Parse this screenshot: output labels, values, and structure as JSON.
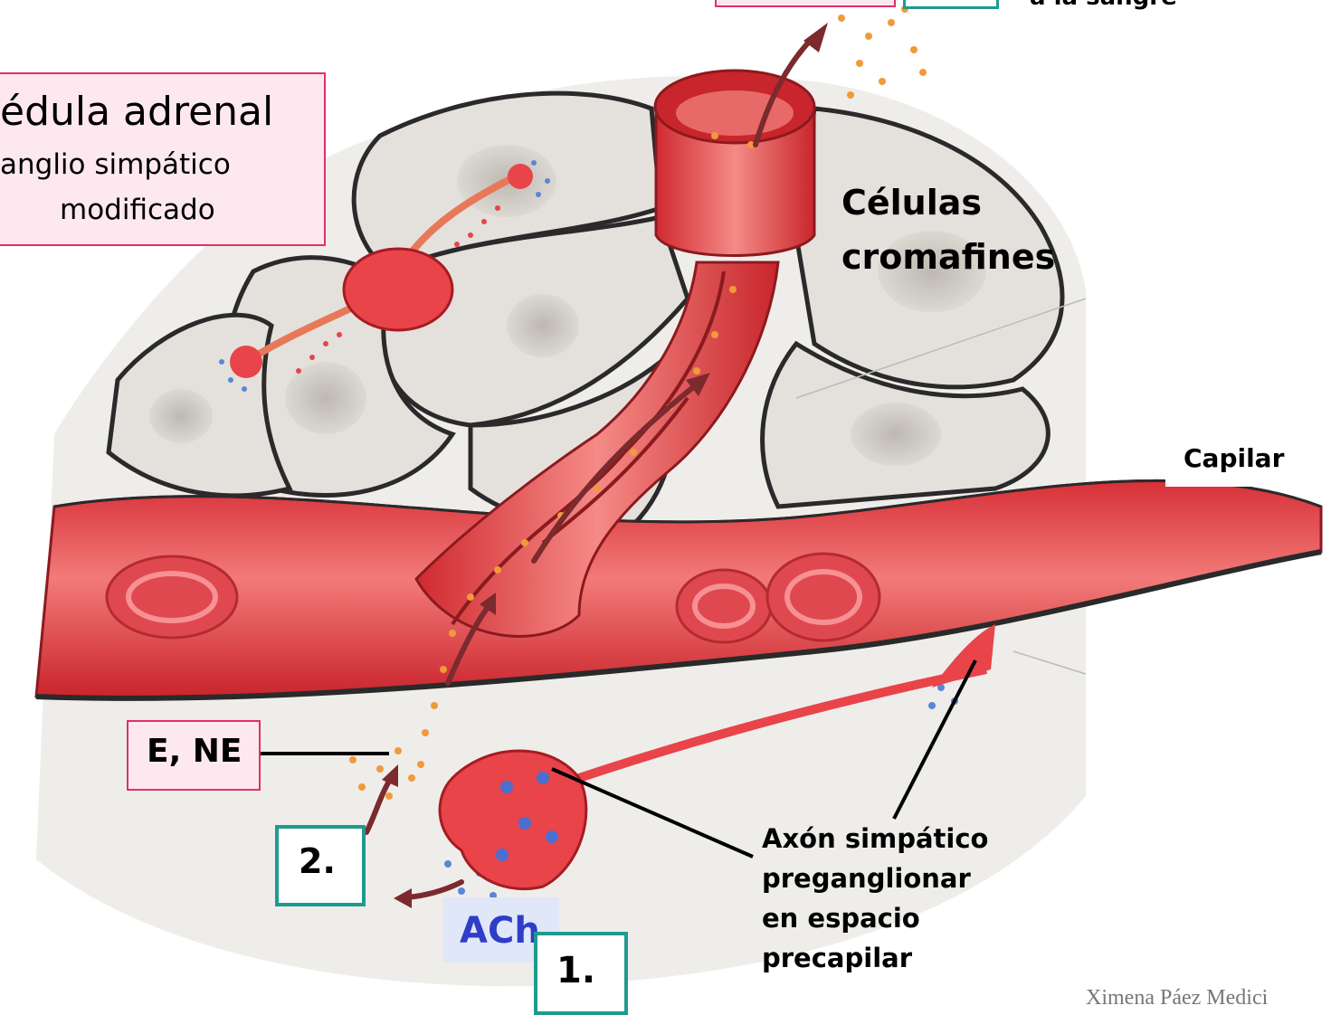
{
  "title_box": {
    "line1": "édula adrenal",
    "line2": "anglio simpático",
    "line3": "modificado"
  },
  "top_label": "a la sangre",
  "labels": {
    "chromaffin_1": "Células",
    "chromaffin_2": "cromafines",
    "capillary": "Capilar",
    "e_ne": "E, NE",
    "ach": "ACh",
    "step_1": "1.",
    "step_2": "2.",
    "axon_1": "Axón simpático",
    "axon_2": "preganglionar",
    "axon_3": "en espacio",
    "axon_4": "precapilar"
  },
  "credit": "Ximena Páez Medici",
  "colors": {
    "vessel": "#e8444a",
    "vessel_light": "#f38080",
    "cell": "#e4e1dc",
    "cell_border": "#2a2a2a",
    "pink_box": "#fde8f0",
    "pink_border": "#e0306a",
    "teal_border": "#1f9a8f",
    "ach_text": "#2f3ec8",
    "granule_orange": "#f09a3a",
    "granule_blue": "#5b86d6"
  }
}
